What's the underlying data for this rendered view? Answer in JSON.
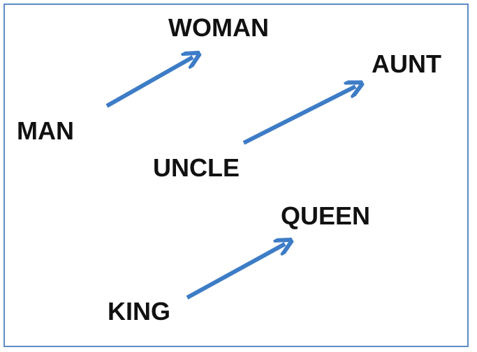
{
  "pairs": [
    {
      "from": "MAN",
      "to": "WOMAN"
    },
    {
      "from": "UNCLE",
      "to": "AUNT"
    },
    {
      "from": "KING",
      "to": "QUEEN"
    }
  ],
  "colors": {
    "arrow": "#3d7cc6",
    "border": "#5b8cc4",
    "text": "#111111"
  }
}
